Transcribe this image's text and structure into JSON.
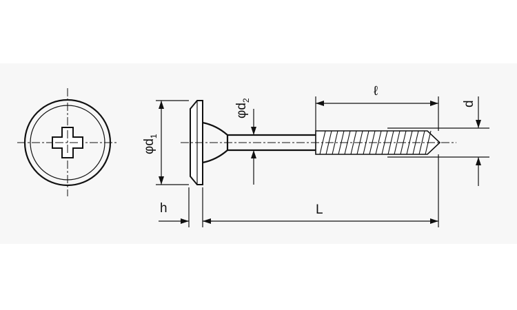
{
  "labels": {
    "diameter_head": "φd",
    "diameter_head_sub": "1",
    "diameter_shank": "φd",
    "diameter_shank_sub": "2",
    "thread_length": "ℓ",
    "thread_diameter": "d",
    "head_height": "h",
    "overall_length": "L"
  }
}
